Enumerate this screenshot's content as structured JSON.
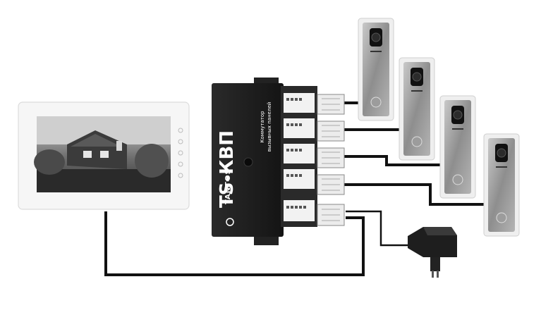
{
  "switch_unit": {
    "model": "TS-КВП",
    "brand": "TANTOS",
    "subtitle_line1": "Коммутатор",
    "subtitle_line2": "вызывных панелей"
  },
  "devices": {
    "monitor": "monitor",
    "call_panels": [
      "panel-1",
      "panel-2",
      "panel-3",
      "panel-4"
    ],
    "power_adapter": "power-adapter"
  },
  "colors": {
    "cable": "#111111",
    "switch_body": "#1b1b1b",
    "panel_metal": "#9a9a9a",
    "monitor_body": "#f7f7f7"
  }
}
